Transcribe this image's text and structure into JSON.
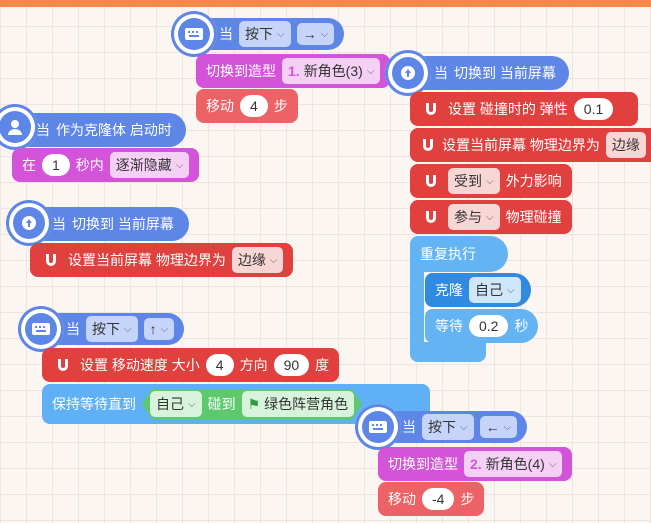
{
  "colors": {
    "event": "#5e86e6",
    "looks": "#d454d9",
    "motion": "#ec6267",
    "physics": "#e0413f",
    "control": "#64b3f2",
    "accent": "#f5894a"
  },
  "s1": {
    "when": "当",
    "key_action": "按下",
    "key": "→",
    "switch_costume": "切换到造型",
    "costume_num": "1.",
    "costume_name": "新角色(3)",
    "move": "移动",
    "steps_value": "4",
    "steps_unit": "步"
  },
  "s2": {
    "when": "当",
    "event": "切换到 当前屏幕",
    "elasticity_label": "设置 碰撞时的 弹性",
    "elasticity_value": "0.1",
    "boundary_label": "设置当前屏幕 物理边界为",
    "boundary_value": "边缘",
    "force_value": "受到",
    "force_label": "外力影响",
    "collide_value": "参与",
    "collide_label": "物理碰撞",
    "repeat_label": "重复执行",
    "clone_label": "克隆",
    "clone_target": "自己",
    "wait_label": "等待",
    "wait_value": "0.2",
    "wait_unit": "秒"
  },
  "s3": {
    "when": "当",
    "event": "作为克隆体 启动时",
    "in_label": "在",
    "in_value": "1",
    "sec_label": "秒内",
    "fade_value": "逐渐隐藏"
  },
  "s4": {
    "when": "当",
    "event": "切换到 当前屏幕",
    "boundary_label": "设置当前屏幕 物理边界为",
    "boundary_value": "边缘"
  },
  "s5": {
    "when": "当",
    "key_action": "按下",
    "key": "↑",
    "speed_label": "设置 移动速度 大小",
    "speed_value": "4",
    "dir_label": "方向",
    "dir_value": "90",
    "deg_label": "度",
    "wait_until": "保持等待直到",
    "self_value": "自己",
    "touch_label": "碰到",
    "touch_target": "绿色阵营角色"
  },
  "s6": {
    "when": "当",
    "key_action": "按下",
    "key": "←",
    "switch_costume": "切换到造型",
    "costume_num": "2.",
    "costume_name": "新角色(4)",
    "move": "移动",
    "steps_value": "-4",
    "steps_unit": "步"
  }
}
